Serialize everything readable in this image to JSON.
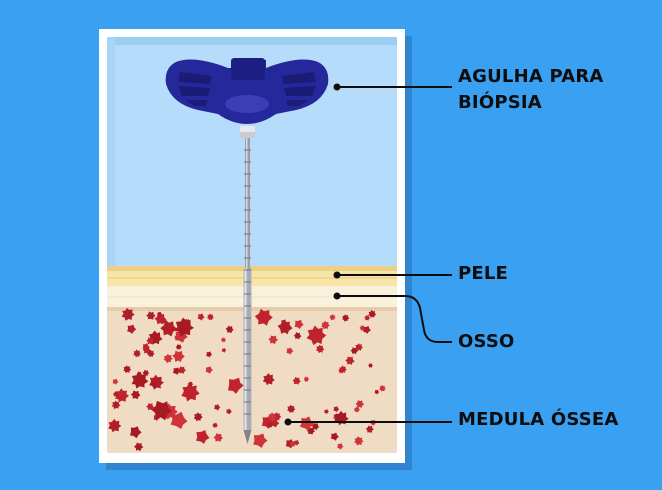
{
  "labels": {
    "needle_line1": "AGULHA PARA",
    "needle_line2": "BIÓPSIA",
    "skin": "PELE",
    "bone": "OSSO",
    "marrow": "MEDULA ÓSSEA"
  },
  "colors": {
    "background": "#3aa0f2",
    "sky": "#b5dcfa",
    "frame": "#ffffff",
    "skin": "#f6e4a8",
    "bone": "#f0dcc4",
    "marrow": "#c0232c",
    "needle_handle": "#25289a"
  }
}
